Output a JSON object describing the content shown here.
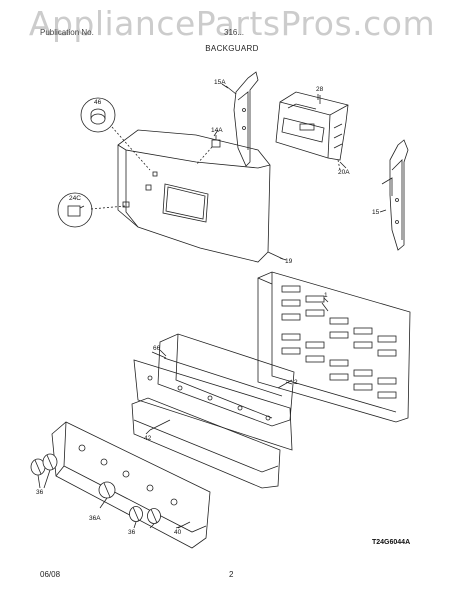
{
  "watermark": "AppliancePartsPros.com",
  "header": {
    "left": "Publication No.",
    "right": "316..."
  },
  "title": "BACKGUARD",
  "diagram_code": "T24G6044A",
  "footer": {
    "date": "06/08",
    "page": "2"
  },
  "callouts": {
    "c46": "46",
    "c24c": "24C",
    "c14a": "14A",
    "c15a": "15A",
    "c28": "28",
    "c20a": "20A",
    "c15": "15",
    "c19": "19",
    "c1": "1",
    "c66": "66",
    "c2": "2",
    "c42": "42",
    "c36a": "36",
    "c36b": "36A",
    "c36c": "36",
    "c40": "40"
  }
}
